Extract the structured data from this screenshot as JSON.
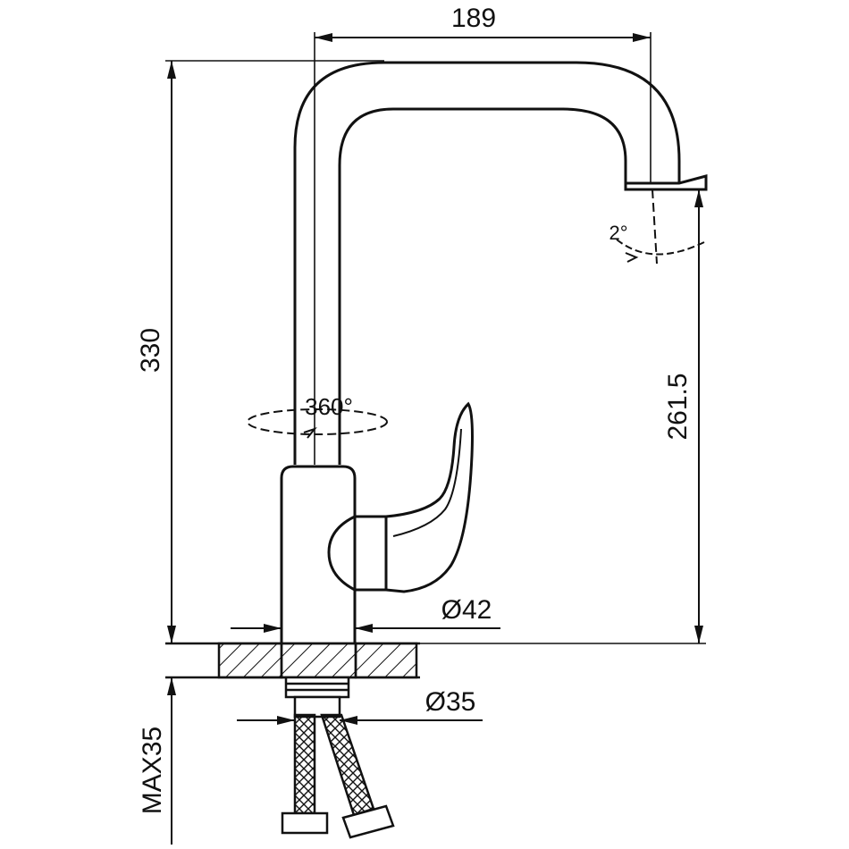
{
  "dimensions": {
    "spout_reach": "189",
    "overall_height": "330",
    "spout_outlet_height": "261.5",
    "body_diameter": "Ø42",
    "shank_diameter": "Ø35",
    "max_counter_thickness": "MAX35",
    "spout_rotation": "360°",
    "aerator_swivel": "2°"
  },
  "colors": {
    "line": "#111111",
    "background": "#ffffff"
  }
}
